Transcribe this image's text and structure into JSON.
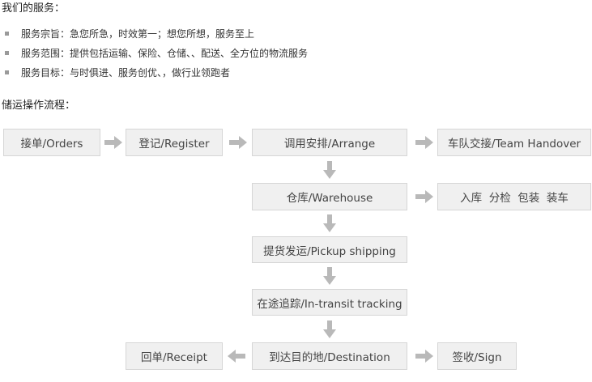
{
  "services": {
    "title": "我们的服务：",
    "items": [
      "服务宗旨：急您所急，时效第一；想您所想，服务至上",
      "服务范围：提供包括运输、保险、仓储、、配送、全方位的物流服务",
      "服务目标：与时俱进、服务创优、，做行业领跑者"
    ]
  },
  "process": {
    "title": "储运操作流程：",
    "steps": {
      "orders": "接单/Orders",
      "register": "登记/Register",
      "arrange": "调用安排/Arrange",
      "team_handover": "车队交接/Team Handover",
      "warehouse": "仓库/Warehouse",
      "warehouse_ops": "入库  分检  包装  装车",
      "pickup": "提货发运/Pickup shipping",
      "in_transit": "在途追踪/In-transit tracking",
      "destination": "到达目的地/Destination",
      "receipt": "回单/Receipt",
      "sign": "签收/Sign"
    }
  },
  "colors": {
    "box_fill": "#f0f0f0",
    "box_border": "#d6d6d6",
    "arrow": "#b9b9b9",
    "bullet": "#9a9a9a"
  },
  "icons": {
    "bullet": "square-bullet-icon",
    "flow_arrow": "arrow-icon"
  }
}
